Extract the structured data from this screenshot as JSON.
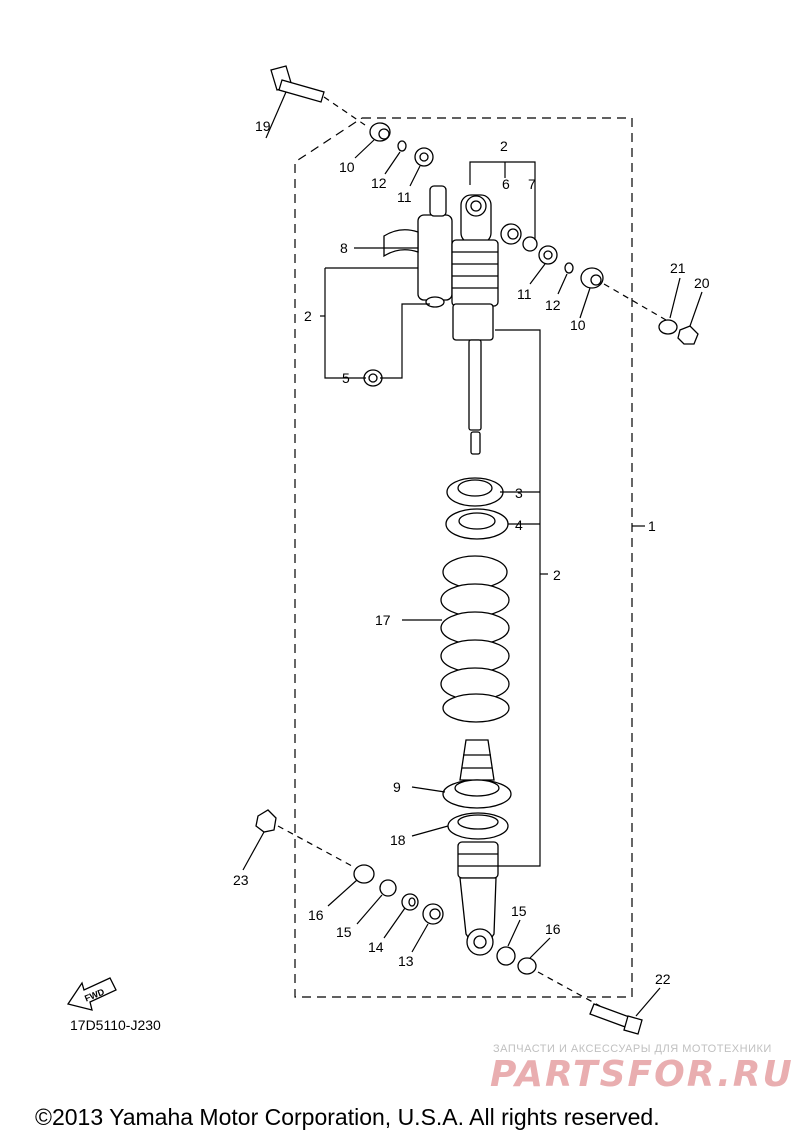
{
  "diagram": {
    "drawing_code": "17D5110-J230",
    "fwd_label": "FWD",
    "watermark": {
      "tagline": "ЗАПЧАСТИ И АКСЕССУАРЫ ДЛЯ МОТОТЕХНИКИ",
      "logo": "PARTSFOR.RU"
    },
    "copyright": "©2013 Yamaha Motor Corporation, U.S.A. All rights reserved.",
    "callouts": {
      "n1": "1",
      "n2": "2",
      "n3": "3",
      "n4": "4",
      "n5": "5",
      "n6": "6",
      "n7": "7",
      "n8": "8",
      "n9": "9",
      "n10": "10",
      "n11": "11",
      "n12": "12",
      "n13": "13",
      "n14": "14",
      "n15": "15",
      "n16": "16",
      "n17": "17",
      "n18": "18",
      "n19": "19",
      "n20": "20",
      "n21": "21",
      "n22": "22",
      "n23": "23"
    }
  }
}
